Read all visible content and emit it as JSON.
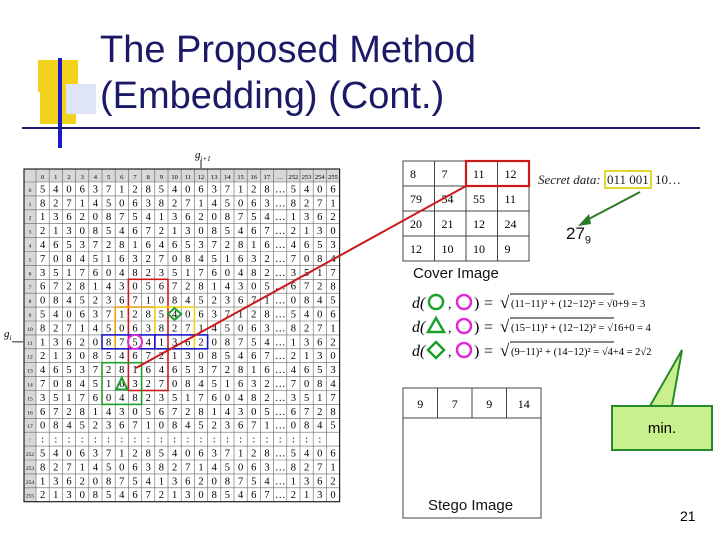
{
  "title": {
    "line1": "The Proposed Method",
    "line2": "(Embedding) (Cont.)"
  },
  "reference_matrix": {
    "col_axis": "g_{i+1}",
    "row_axis": "g_i",
    "col_headers": [
      "0",
      "1",
      "2",
      "3",
      "4",
      "5",
      "6",
      "7",
      "8",
      "9",
      "10",
      "11",
      "12",
      "13",
      "14",
      "15",
      "16",
      "17",
      "…",
      "252",
      "253",
      "254",
      "255"
    ],
    "rows": [
      {
        "h": "0",
        "v": "540637128540637128…5406"
      },
      {
        "h": "1",
        "v": "827145063827145063…8271"
      },
      {
        "h": "2",
        "v": "136208754136208754…1362"
      },
      {
        "h": "3",
        "v": "213085467213085467…2130"
      },
      {
        "h": "4",
        "v": "465372816465372816…4653"
      },
      {
        "h": "5",
        "v": "708451632708451632…7084"
      },
      {
        "h": "6",
        "v": "351760482351760482…3517"
      },
      {
        "h": "7",
        "v": "672814305672814305…6728"
      },
      {
        "h": "8",
        "v": "084523671084523671…0845"
      },
      {
        "h": "9",
        "v": "540637128540637128…5406"
      },
      {
        "h": "10",
        "v": "827145063827145063…8271"
      },
      {
        "h": "11",
        "v": "136208754136208754…1362"
      },
      {
        "h": "12",
        "v": "213085467213085467…2130"
      },
      {
        "h": "13",
        "v": "465372816465372816…4653"
      },
      {
        "h": "14",
        "v": "708451632708451632…7084"
      },
      {
        "h": "15",
        "v": "351760482351760482…3517"
      },
      {
        "h": "16",
        "v": "672814305672814305…6728"
      },
      {
        "h": "17",
        "v": "084523671084523671…0845"
      },
      {
        "h": "⋮",
        "v": "::::::::::::::::::::::"
      },
      {
        "h": "252",
        "v": "540637128540637128…5406"
      },
      {
        "h": "253",
        "v": "827145063827145063…8271"
      },
      {
        "h": "254",
        "v": "136208754136208754…1362"
      },
      {
        "h": "255",
        "v": "213085467213085467…2130"
      }
    ]
  },
  "cover_image": {
    "caption": "Cover Image",
    "rows": [
      [
        "8",
        "7",
        "11",
        "12"
      ],
      [
        "79",
        "54",
        "55",
        "11"
      ],
      [
        "20",
        "21",
        "12",
        "24"
      ],
      [
        "12",
        "10",
        "10",
        "9"
      ]
    ]
  },
  "secret": {
    "label": "Secret data:",
    "highlighted": "011 001",
    "rest": "10…"
  },
  "base_value": {
    "value": "27",
    "subscript": "9"
  },
  "distances": [
    {
      "shape": "circle",
      "rhs": "(11−11)² + (12−12)² = √0+9 = 3"
    },
    {
      "shape": "triangle",
      "rhs": "(15−11)² + (12−12)² = √16+0 = 4"
    },
    {
      "shape": "diamond",
      "rhs": "(9−11)² + (14−12)² = √4+4 = 2√2"
    }
  ],
  "stego_image": {
    "caption": "Stego Image",
    "values": [
      "9",
      "7",
      "9",
      "14"
    ]
  },
  "min_label": "min.",
  "page_number": "21",
  "colors": {
    "title": "#1a1a66",
    "accent_yellow": "#f3d21b",
    "accent_blue": "#1a1acc",
    "green": "#1aa12a",
    "magenta": "#e02ad0",
    "red": "#cc1a1a",
    "orange": "#f0a010",
    "min_fill": "#c8f08c"
  }
}
